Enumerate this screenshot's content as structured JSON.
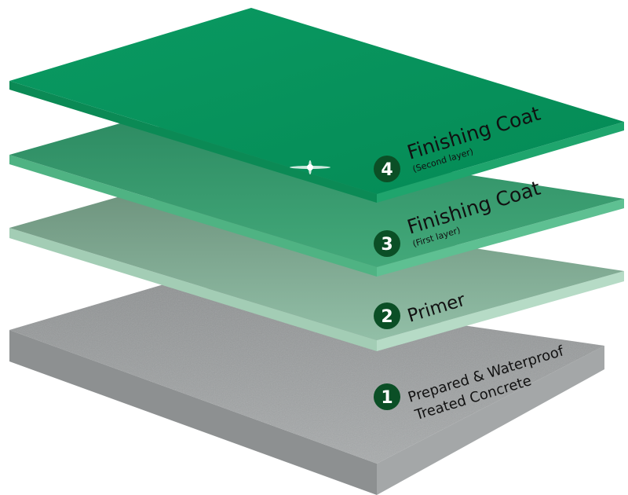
{
  "layers": [
    {
      "number": "1",
      "title": "Prepared & Waterproof",
      "title2": "Treated Concrete",
      "color": "#9a9d9e"
    },
    {
      "number": "2",
      "title": "Primer",
      "color": "#8ab9a0"
    },
    {
      "number": "3",
      "title": "Finishing Coat",
      "subtitle": "(First layer)",
      "color": "#3aa474"
    },
    {
      "number": "4",
      "title": "Finishing Coat",
      "subtitle": "(Second layer)",
      "color": "#05925a"
    }
  ],
  "badge_color": "#0b4f26"
}
